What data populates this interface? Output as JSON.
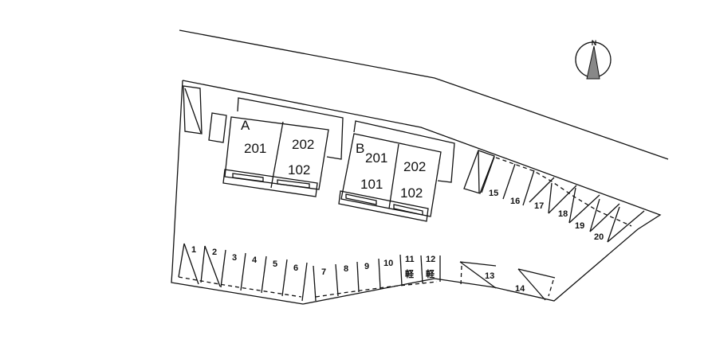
{
  "compass": {
    "label": "N",
    "fill": "#888888"
  },
  "building_a": {
    "name": "A",
    "units": [
      "201",
      "202",
      "102"
    ]
  },
  "building_b": {
    "name": "B",
    "units": [
      "201",
      "101",
      "202",
      "102"
    ]
  },
  "parking": {
    "spots": [
      "1",
      "2",
      "3",
      "4",
      "5",
      "6",
      "7",
      "8",
      "9",
      "10",
      "11",
      "12",
      "13",
      "14",
      "15",
      "16",
      "17",
      "18",
      "19",
      "20"
    ],
    "kei_label": "軽"
  }
}
